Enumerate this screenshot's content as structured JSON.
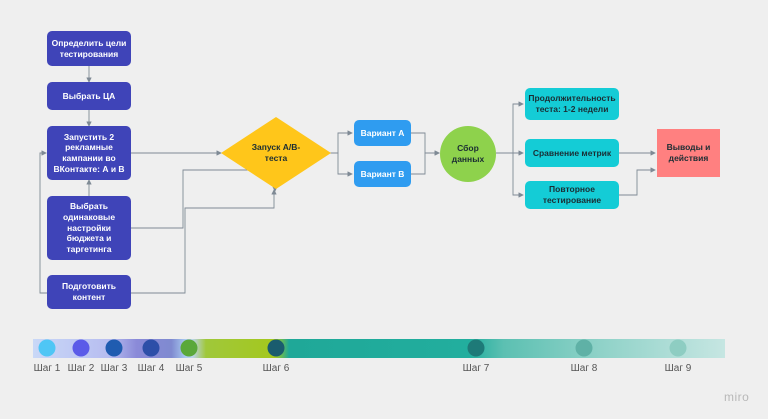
{
  "nodes": {
    "goals": "Определить цели тестирования",
    "audience": "Выбрать ЦА",
    "launch_campaigns": "Запустить 2 рекламные кампании во ВКонтакте: А и В",
    "same_settings": "Выбрать одинаковые настройки бюджета и таргетинга",
    "content": "Подготовить контент",
    "ab_launch": "Запуск А/В-теста",
    "variant_a": "Вариант А",
    "variant_b": "Вариант В",
    "data_collection": "Сбор данных",
    "duration": "Продолжительность теста: 1-2 недели",
    "compare_metrics": "Сравнение метрик",
    "retest": "Повторное тестирование",
    "conclusions": "Выводы и действия"
  },
  "timeline": {
    "steps": [
      "Шаг 1",
      "Шаг 2",
      "Шаг 3",
      "Шаг 4",
      "Шаг 5",
      "Шаг 6",
      "Шаг 7",
      "Шаг 8",
      "Шаг 9"
    ],
    "dot_colors": [
      "#4fc6f5",
      "#5b5be8",
      "#1f5cb0",
      "#2d4fa8",
      "#5aa83a",
      "#1a5c6e",
      "#1e7a78",
      "#5fb1a6",
      "#8ecdc2"
    ]
  },
  "colors": {
    "node_blue": "#3f44b8",
    "node_sky": "#2f9cf0",
    "node_cyan": "#14ccd6",
    "node_red": "#ff8080",
    "node_green": "#8ed24c",
    "diamond": "#ffc61a",
    "connector": "#7f8a95"
  },
  "logo": "miro"
}
